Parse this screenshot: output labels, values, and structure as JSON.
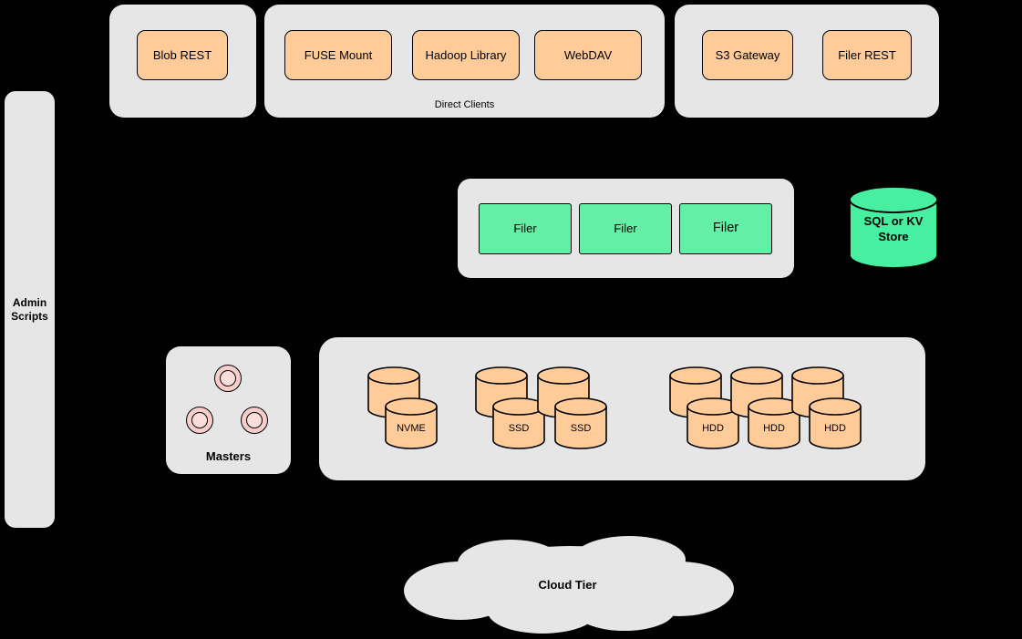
{
  "colors": {
    "background": "#000000",
    "panel_gray": "#e6e6e6",
    "node_orange": "#ffcc99",
    "node_green": "#63efa5",
    "cylinder_orange": "#ffcc99",
    "cylinder_green": "#47efa0",
    "circle_pink": "#f8cecc",
    "border": "#000000"
  },
  "admin": {
    "label": "Admin Scripts"
  },
  "top": {
    "blob_group": {
      "buttons": [
        {
          "label": "Blob REST"
        }
      ]
    },
    "direct_clients": {
      "caption": "Direct Clients",
      "buttons": [
        {
          "label": "FUSE Mount"
        },
        {
          "label": "Hadoop Library"
        },
        {
          "label": "WebDAV"
        }
      ]
    },
    "gateway_group": {
      "buttons": [
        {
          "label": "S3 Gateway"
        },
        {
          "label": "Filer REST"
        }
      ]
    }
  },
  "filers": {
    "items": [
      {
        "label": "Filer"
      },
      {
        "label": "Filer"
      },
      {
        "label": "Filer"
      }
    ]
  },
  "metadata_store": {
    "label": "SQL or KV Store"
  },
  "masters": {
    "label": "Masters"
  },
  "volumes": {
    "groups": [
      {
        "name": "nvme",
        "stacks": [
          {
            "label": "NVME"
          }
        ]
      },
      {
        "name": "ssd",
        "stacks": [
          {
            "label": "SSD"
          },
          {
            "label": "SSD"
          }
        ]
      },
      {
        "name": "hdd",
        "stacks": [
          {
            "label": "HDD"
          },
          {
            "label": "HDD"
          },
          {
            "label": "HDD"
          }
        ]
      }
    ]
  },
  "cloud": {
    "label": "Cloud Tier"
  }
}
